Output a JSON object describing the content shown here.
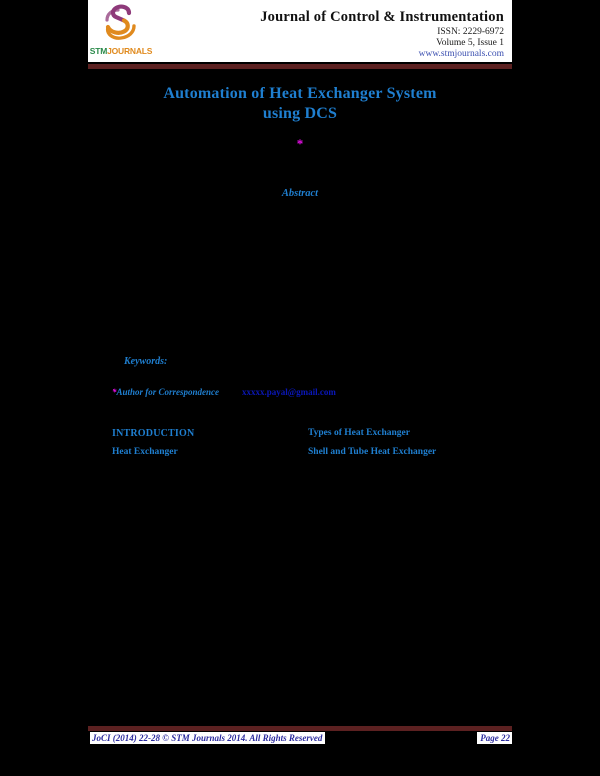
{
  "header": {
    "logo": {
      "icon": "stm-s-swoosh-logo",
      "word_primary": "STM",
      "word_secondary": "JOURNALS"
    },
    "journal_title": "Journal of Control & Instrumentation",
    "issn": "ISSN: 2229-6972",
    "volume": "Volume 5, Issue 1",
    "website": "www.stmjournals.com",
    "rule_color": "#5c2121"
  },
  "title": {
    "line1": "Automation of Heat Exchanger System",
    "line2": "using DCS",
    "accent_color": "#1f7fd0",
    "author_marker": "*",
    "author_marker_color": "#ef0ef0",
    "authors": "",
    "affiliation": ""
  },
  "abstract": {
    "heading": "Abstract",
    "body": "",
    "keywords_heading": "Keywords:",
    "keywords_body": ""
  },
  "correspondence": {
    "marker": "*",
    "label": "Author for Correspondence",
    "email": "xxxxx.payal@gmail.com",
    "email_color": "#0a17b8"
  },
  "columns": {
    "left": [
      {
        "type": "h-main",
        "text": "INTRODUCTION"
      },
      {
        "type": "h-sub",
        "text": "Heat Exchanger"
      },
      {
        "type": "para",
        "text": ""
      }
    ],
    "right": [
      {
        "type": "h-sub",
        "text": "Types of Heat Exchanger"
      },
      {
        "type": "para",
        "text": ""
      },
      {
        "type": "h-sub",
        "text": "Shell and Tube Heat Exchanger"
      },
      {
        "type": "para",
        "text": ""
      }
    ]
  },
  "footer": {
    "citation": "JoCI (2014) 22-28 © STM Journals 2014. All Rights Reserved",
    "page": "Page 22",
    "text_color": "#2b2b9e",
    "rule_color": "#5c2121"
  }
}
